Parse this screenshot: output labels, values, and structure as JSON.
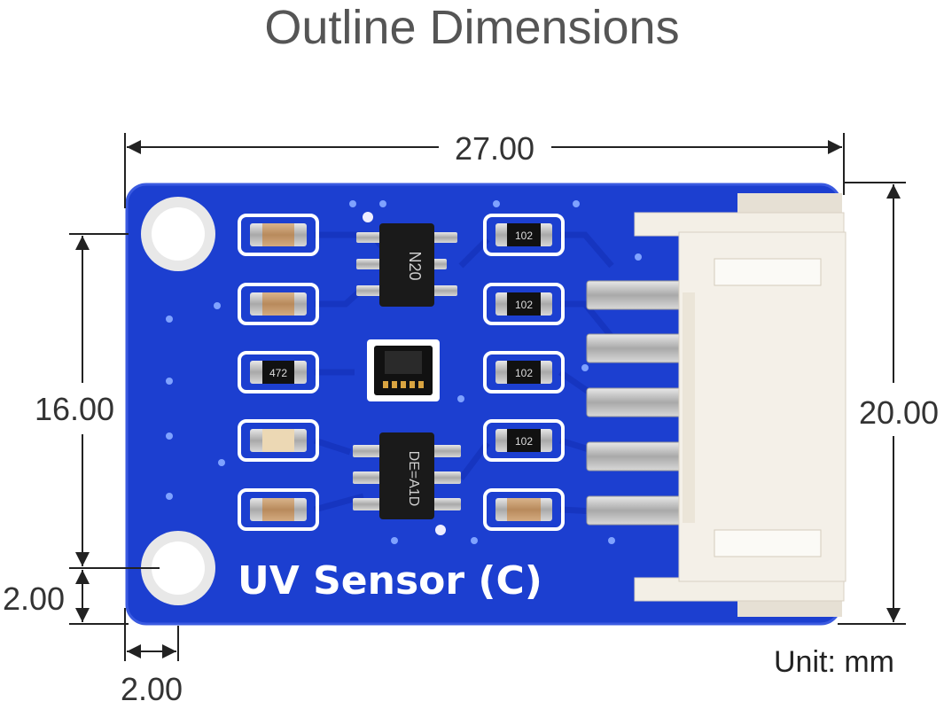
{
  "title": "Outline Dimensions",
  "board": {
    "label": "UV Sensor (C)"
  },
  "dimensions": {
    "width": "27.00",
    "height_total": "20.00",
    "hole_spacing": "16.00",
    "hole_offset_y": "2.00",
    "hole_offset_x": "2.00"
  },
  "unit_label": "Unit: mm",
  "components": {
    "ic_top_marking": "N20",
    "ic_bottom_marking": "DE=A1D",
    "res_left": "472",
    "res_right": [
      "102",
      "102",
      "102",
      "102"
    ]
  },
  "colors": {
    "pcb": "#1c3fd0",
    "pcb_dark": "#1233b8",
    "connector": "#f1ece2",
    "dimension_line": "#222222"
  }
}
